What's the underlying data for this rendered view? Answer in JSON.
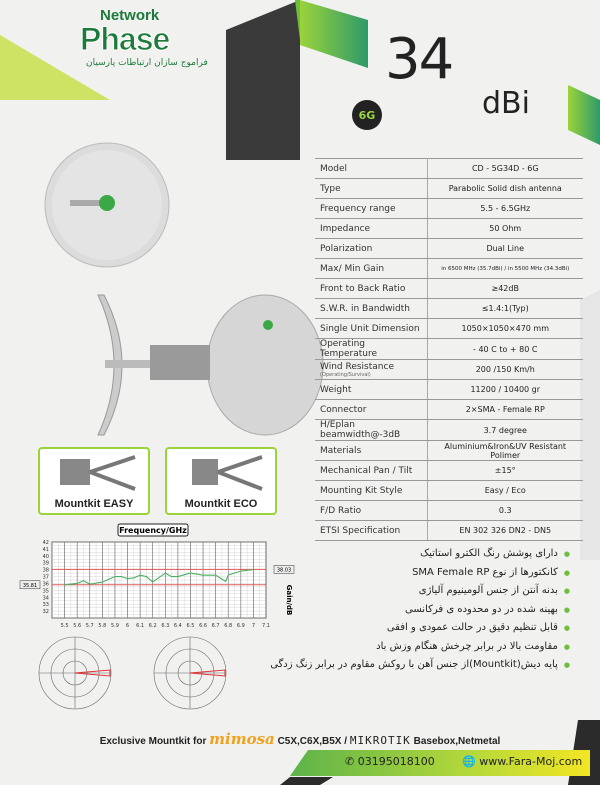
{
  "brand": {
    "name_top": "Network",
    "name_main": "Phase",
    "tagline": "فراموج سازان ارتباطات پارسیان"
  },
  "headline": {
    "gain": "34",
    "unit": "dBi",
    "badge": "6G"
  },
  "specs": [
    {
      "label": "Model",
      "value": "CD - 5G34D - 6G"
    },
    {
      "label": "Type",
      "value": "Parabolic Solid dish antenna"
    },
    {
      "label": "Frequency range",
      "value": "5.5 - 6.5GHz"
    },
    {
      "label": "Impedance",
      "value": "50 Ohm"
    },
    {
      "label": "Polarization",
      "value": "Dual Line"
    },
    {
      "label": "Max/ Min Gain",
      "value": "in 6500 MHz (35.7dBi) / in 5500 MHz (34.3dBi)"
    },
    {
      "label": "Front to Back Ratio",
      "value": "≥42dB"
    },
    {
      "label": "S.W.R. in Bandwidth",
      "value": "≤1.4:1(Typ)"
    },
    {
      "label": "Single Unit Dimension",
      "value": "1050×1050×470 mm"
    },
    {
      "label": "Operating Temperature",
      "value": "- 40 C to + 80 C"
    },
    {
      "label": "Wind Resistance",
      "sub": "(Operating/Survival)",
      "value": "200 /150 Km/h"
    },
    {
      "label": "Weight",
      "value": "11200 / 10400 gr"
    },
    {
      "label": "Connector",
      "value": "2×SMA - Female RP"
    },
    {
      "label": "H/Eplan beamwidth@-3dB",
      "value": "3.7 degree"
    },
    {
      "label": "Materials",
      "value": "Aluminium&Iron&UV Resistant Polimer"
    },
    {
      "label": "Mechanical Pan / Tilt",
      "value": "±15°"
    },
    {
      "label": "Mounting Kit Style",
      "value": "Easy / Eco"
    },
    {
      "label": "F/D Ratio",
      "value": "0.3"
    },
    {
      "label": "ETSI Specification",
      "value": "EN 302 326 DN2 - DN5"
    }
  ],
  "mountkits": [
    {
      "label": "Mountkit EASY"
    },
    {
      "label": "Mountkit ECO"
    }
  ],
  "chart_data": {
    "type": "line",
    "title": "Frequency/GHz",
    "ylabel": "Gain/dB",
    "xlim": [
      5.4,
      7.1
    ],
    "ylim": [
      31,
      42
    ],
    "xticks": [
      "5.5",
      "5.6",
      "5.7",
      "5.8",
      "5.9",
      "6",
      "6.1",
      "6.2",
      "6.3",
      "6.4",
      "6.5",
      "6.6",
      "6.7",
      "6.8",
      "6.9",
      "7",
      "7.1"
    ],
    "yticks": [
      "42",
      "41",
      "40",
      "39",
      "38",
      "37",
      "36",
      "35",
      "34",
      "33",
      "32"
    ],
    "reference_lines": [
      {
        "value": 38.03,
        "label": "38.03",
        "color": "#e05a5a"
      },
      {
        "value": 35.81,
        "label": "35.81",
        "color": "#e05a5a"
      }
    ],
    "series": [
      {
        "name": "Gain",
        "color": "#4caf62",
        "x": [
          5.5,
          5.6,
          5.65,
          5.7,
          5.8,
          5.9,
          5.95,
          6.0,
          6.05,
          6.1,
          6.15,
          6.2,
          6.3,
          6.35,
          6.4,
          6.5,
          6.6,
          6.7,
          6.78,
          6.8,
          6.9,
          7.0
        ],
        "y": [
          35.8,
          36.0,
          36.4,
          35.9,
          36.2,
          37.0,
          37.0,
          36.7,
          36.8,
          37.2,
          37.0,
          36.2,
          37.5,
          37.0,
          37.0,
          37.5,
          37.2,
          37.2,
          36.3,
          37.2,
          37.8,
          38.0
        ]
      }
    ]
  },
  "features": [
    "دارای پوشش رنگ الکترو استاتیک",
    "کانکتورها از نوع SMA Female RP",
    "بدنه آنتن از جنس آلومینیوم آلیاژی",
    "بهینه شده در دو محدوده ی فرکانسی",
    "قابل تنظیم دقیق در حالت عمودی و افقی",
    "مقاومت بالا در برابر چرخش هنگام وزش باد",
    "پایه دیش(Mountkit)از جنس آهن با روکش مقاوم در برابر زنگ زدگی"
  ],
  "footer": {
    "prefix": "Exclusive Mountkit for",
    "mimosa": "mimosa",
    "mimosa_models": "C5X,C6X,B5X /",
    "mikrotik": "MIKROTIK",
    "mikrotik_models": "Basebox,Netmetal",
    "phone": "03195018100",
    "website": "www.Fara-Moj.com"
  },
  "colors": {
    "green": "#6bbf3c",
    "dark": "#3a3a3a",
    "lime": "#b5d83a"
  }
}
